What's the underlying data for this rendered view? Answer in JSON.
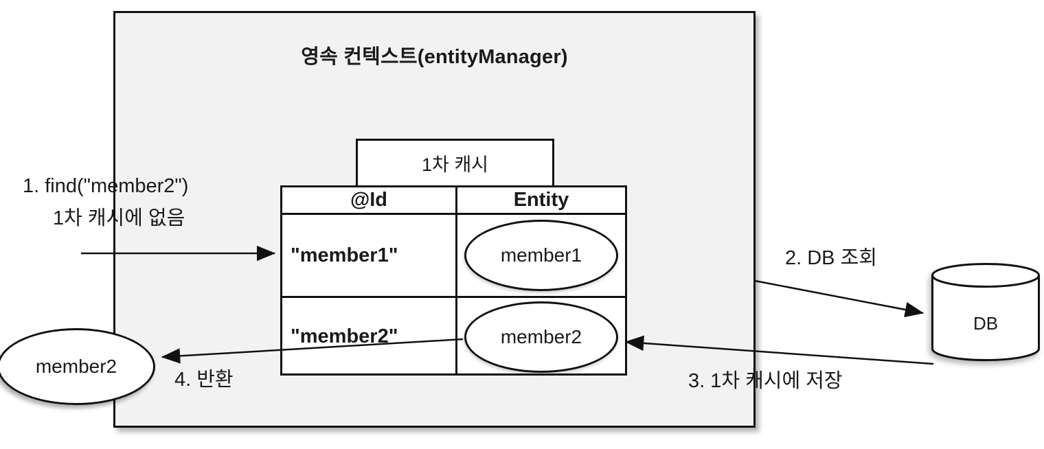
{
  "diagram": {
    "title": "영속 컨텍스트(entityManager)",
    "cache_label": "1차 캐시",
    "table": {
      "headers": [
        "@Id",
        "Entity"
      ],
      "rows": [
        {
          "id": "\"member1\"",
          "entity": "member1"
        },
        {
          "id": "\"member2\"",
          "entity": "member2"
        }
      ]
    },
    "steps": [
      {
        "label": "1. find(\"member2\")",
        "sublabel": "1차 캐시에 없음"
      },
      {
        "label": "2. DB 조회"
      },
      {
        "label": "3. 1차 캐시에 저장"
      },
      {
        "label": "4. 반환"
      }
    ],
    "db_label": "DB",
    "result_entity": "member2"
  },
  "colors": {
    "background": "#ffffff",
    "container_fill": "#f2f2f2",
    "shape_fill": "#ffffff",
    "line": "#111111",
    "text": "#1a1a1a"
  }
}
